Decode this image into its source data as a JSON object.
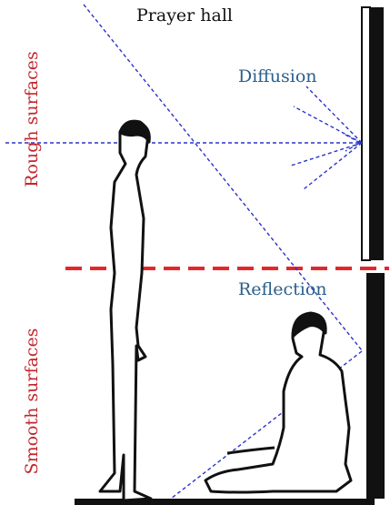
{
  "diagram": {
    "title": "Prayer hall",
    "labels": {
      "diffusion": "Diffusion",
      "reflection": "Reflection",
      "rough": "Rough surfaces",
      "smooth": "Smooth surfaces"
    },
    "colors": {
      "divider": "#e5262a",
      "rays": "#2a35c8",
      "wall": "#111111",
      "label_blue": "#2b5f8a",
      "label_red": "#c0262b"
    }
  }
}
